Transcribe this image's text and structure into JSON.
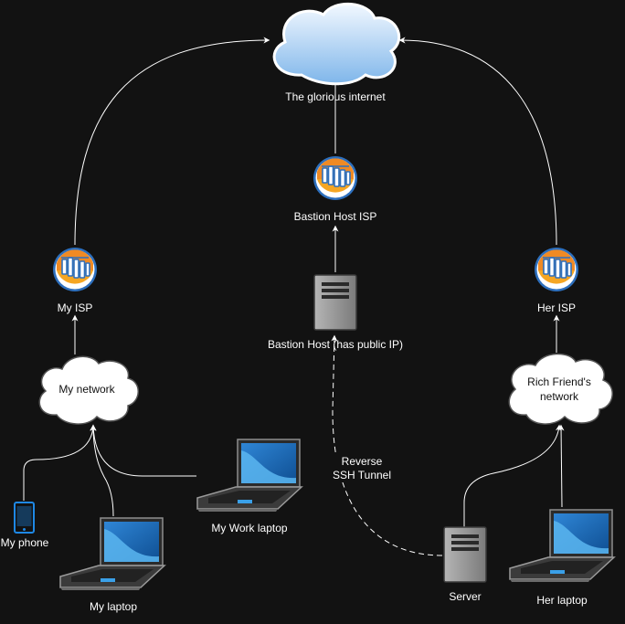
{
  "nodes": {
    "internet": {
      "label": "The glorious internet",
      "icon": "cloud-icon"
    },
    "bastion_isp": {
      "label": "Bastion Host ISP",
      "icon": "isp-router-icon"
    },
    "my_isp": {
      "label": "My ISP",
      "icon": "isp-router-icon"
    },
    "her_isp": {
      "label": "Her ISP",
      "icon": "isp-router-icon"
    },
    "bastion_host": {
      "label": "Bastion Host (has public IP)",
      "icon": "server-icon"
    },
    "my_network": {
      "label": "My network",
      "icon": "cloud-outline-icon"
    },
    "friend_network": {
      "line1": "Rich Friend's",
      "line2": "network",
      "icon": "cloud-outline-icon"
    },
    "my_phone": {
      "label": "My phone",
      "icon": "smartphone-icon"
    },
    "my_laptop": {
      "label": "My laptop",
      "icon": "laptop-icon"
    },
    "work_laptop": {
      "label": "My Work laptop",
      "icon": "laptop-icon"
    },
    "server": {
      "label": "Server",
      "icon": "server-icon"
    },
    "her_laptop": {
      "label": "Her laptop",
      "icon": "laptop-icon"
    }
  },
  "tunnel": {
    "line1": "Reverse",
    "line2": "SSH Tunnel"
  },
  "colors": {
    "background": "#121212",
    "edge": "#ffffff",
    "cloud_fill": "#cfe6fb",
    "isp_orange": "#f08a24",
    "isp_blue": "#2d6fbd",
    "server_gray": "#8a8a8a",
    "laptop_screen": "#1d6fbf",
    "phone_blue": "#1e88e5"
  }
}
